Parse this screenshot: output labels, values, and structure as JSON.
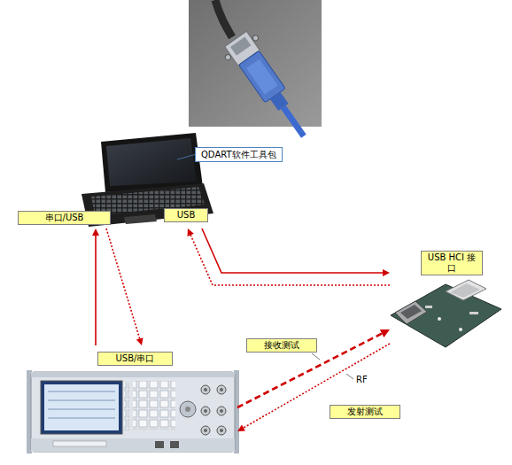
{
  "diagram": {
    "nodes": [
      {
        "text": [
          "QDART软件工具包"
        ]
      },
      {
        "text": [
          "串口/USB",
          "USB"
        ]
      },
      {
        "text": [
          "USB HCI 接口"
        ]
      },
      {
        "text": [
          "USB/串口"
        ]
      }
    ],
    "edges": [
      {
        "from": 3,
        "to": 1,
        "arrow": "to"
      },
      {
        "from": 1,
        "to": 3,
        "arrow": "to"
      },
      {
        "from": 1,
        "to": 2,
        "arrow": "to"
      },
      {
        "from": 2,
        "to": 1,
        "arrow": "to"
      },
      {
        "from": 3,
        "to": 2,
        "arrow": "to",
        "label": "接收测试"
      },
      {
        "from": 2,
        "to": 3,
        "arrow": "to",
        "label": "发射测试"
      },
      {
        "from": 1,
        "to": 0,
        "arrow": "none"
      }
    ],
    "labels": [
      "RF"
    ]
  }
}
